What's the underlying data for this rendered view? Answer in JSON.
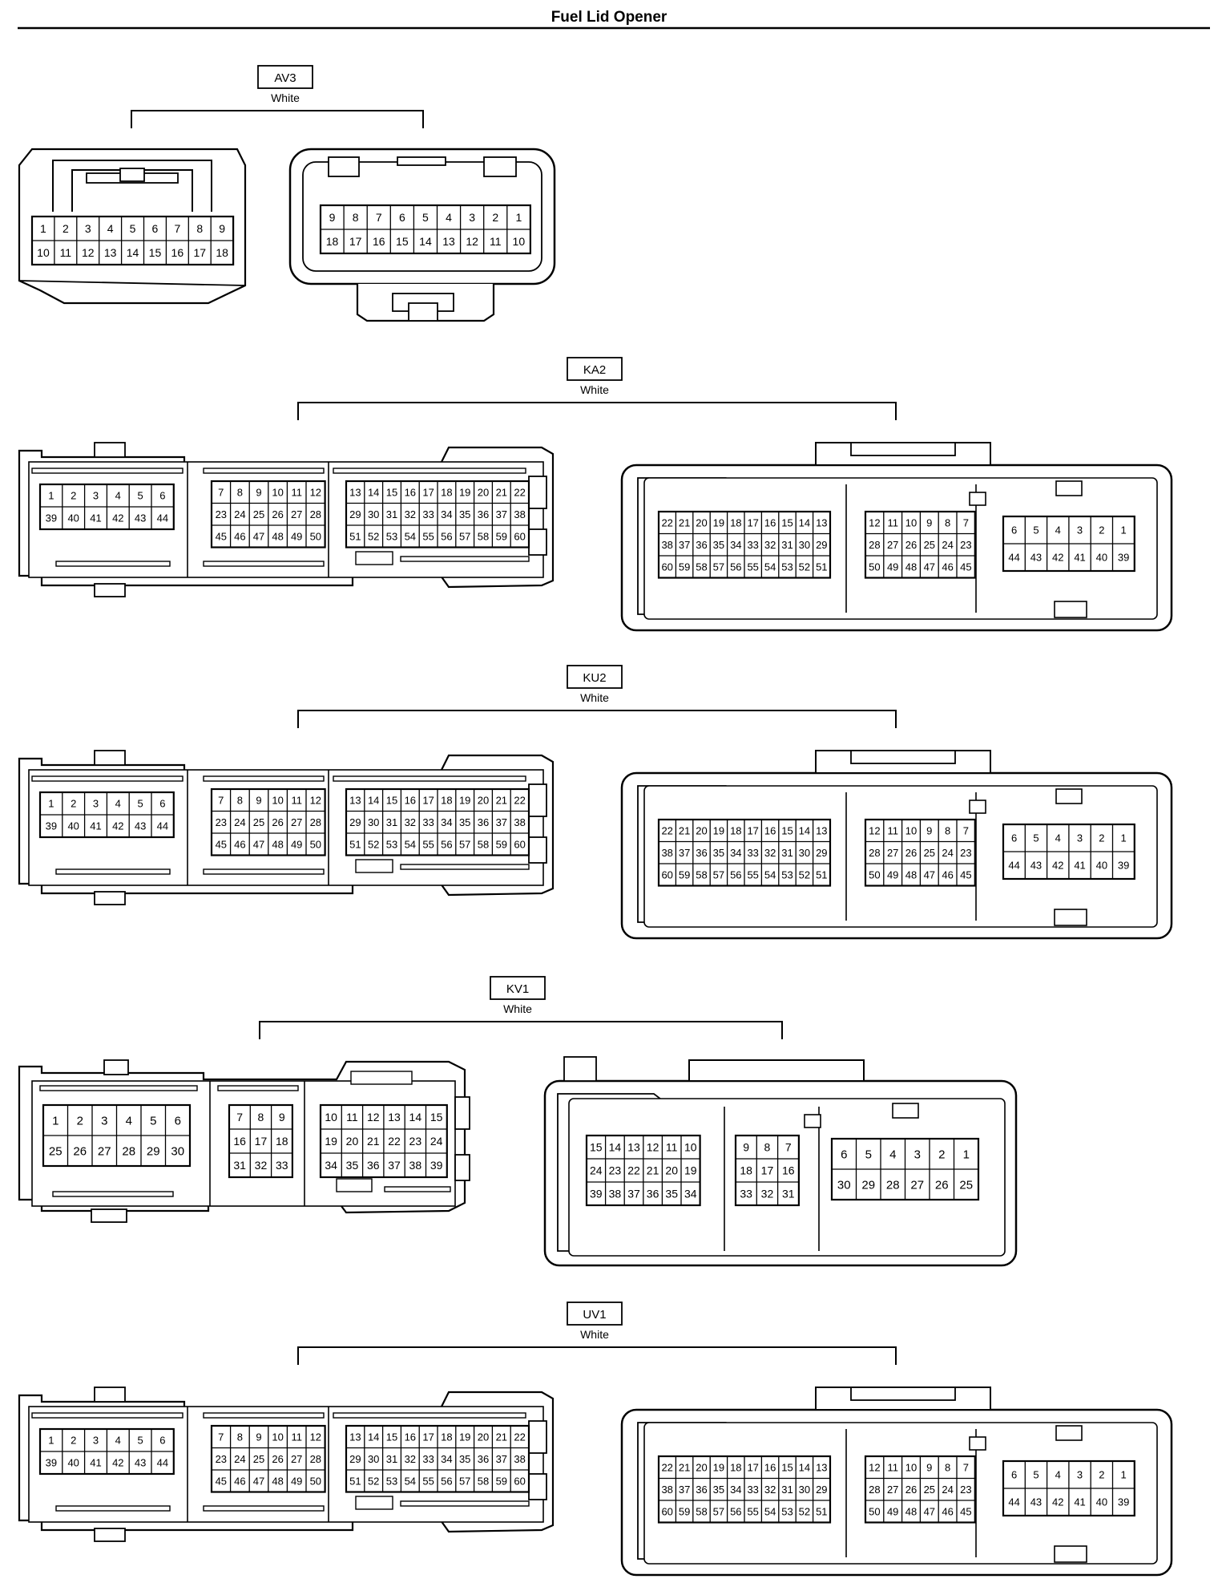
{
  "title": "Fuel Lid Opener",
  "connectors": [
    {
      "id": "AV3",
      "color": "White",
      "left": [
        [
          "1",
          "2",
          "3",
          "4",
          "5",
          "6",
          "7",
          "8",
          "9"
        ],
        [
          "10",
          "11",
          "12",
          "13",
          "14",
          "15",
          "16",
          "17",
          "18"
        ]
      ],
      "right": [
        [
          "9",
          "8",
          "7",
          "6",
          "5",
          "4",
          "3",
          "2",
          "1"
        ],
        [
          "18",
          "17",
          "16",
          "15",
          "14",
          "13",
          "12",
          "11",
          "10"
        ]
      ]
    },
    {
      "id": "KA2",
      "color": "White",
      "left": [
        [
          [
            "1",
            "2",
            "3",
            "4",
            "5",
            "6"
          ],
          [
            "39",
            "40",
            "41",
            "42",
            "43",
            "44"
          ]
        ],
        [
          [
            "7",
            "8",
            "9",
            "10",
            "11",
            "12"
          ],
          [
            "23",
            "24",
            "25",
            "26",
            "27",
            "28"
          ],
          [
            "45",
            "46",
            "47",
            "48",
            "49",
            "50"
          ]
        ],
        [
          [
            "13",
            "14",
            "15",
            "16",
            "17",
            "18",
            "19",
            "20",
            "21",
            "22"
          ],
          [
            "29",
            "30",
            "31",
            "32",
            "33",
            "34",
            "35",
            "36",
            "37",
            "38"
          ],
          [
            "51",
            "52",
            "53",
            "54",
            "55",
            "56",
            "57",
            "58",
            "59",
            "60"
          ]
        ]
      ],
      "right": [
        [
          [
            "22",
            "21",
            "20",
            "19",
            "18",
            "17",
            "16",
            "15",
            "14",
            "13"
          ],
          [
            "38",
            "37",
            "36",
            "35",
            "34",
            "33",
            "32",
            "31",
            "30",
            "29"
          ],
          [
            "60",
            "59",
            "58",
            "57",
            "56",
            "55",
            "54",
            "53",
            "52",
            "51"
          ]
        ],
        [
          [
            "12",
            "11",
            "10",
            "9",
            "8",
            "7"
          ],
          [
            "28",
            "27",
            "26",
            "25",
            "24",
            "23"
          ],
          [
            "50",
            "49",
            "48",
            "47",
            "46",
            "45"
          ]
        ],
        [
          [
            "6",
            "5",
            "4",
            "3",
            "2",
            "1"
          ],
          [
            "44",
            "43",
            "42",
            "41",
            "40",
            "39"
          ]
        ]
      ]
    },
    {
      "id": "KU2",
      "color": "White",
      "left": [
        [
          [
            "1",
            "2",
            "3",
            "4",
            "5",
            "6"
          ],
          [
            "39",
            "40",
            "41",
            "42",
            "43",
            "44"
          ]
        ],
        [
          [
            "7",
            "8",
            "9",
            "10",
            "11",
            "12"
          ],
          [
            "23",
            "24",
            "25",
            "26",
            "27",
            "28"
          ],
          [
            "45",
            "46",
            "47",
            "48",
            "49",
            "50"
          ]
        ],
        [
          [
            "13",
            "14",
            "15",
            "16",
            "17",
            "18",
            "19",
            "20",
            "21",
            "22"
          ],
          [
            "29",
            "30",
            "31",
            "32",
            "33",
            "34",
            "35",
            "36",
            "37",
            "38"
          ],
          [
            "51",
            "52",
            "53",
            "54",
            "55",
            "56",
            "57",
            "58",
            "59",
            "60"
          ]
        ]
      ],
      "right": [
        [
          [
            "22",
            "21",
            "20",
            "19",
            "18",
            "17",
            "16",
            "15",
            "14",
            "13"
          ],
          [
            "38",
            "37",
            "36",
            "35",
            "34",
            "33",
            "32",
            "31",
            "30",
            "29"
          ],
          [
            "60",
            "59",
            "58",
            "57",
            "56",
            "55",
            "54",
            "53",
            "52",
            "51"
          ]
        ],
        [
          [
            "12",
            "11",
            "10",
            "9",
            "8",
            "7"
          ],
          [
            "28",
            "27",
            "26",
            "25",
            "24",
            "23"
          ],
          [
            "50",
            "49",
            "48",
            "47",
            "46",
            "45"
          ]
        ],
        [
          [
            "6",
            "5",
            "4",
            "3",
            "2",
            "1"
          ],
          [
            "44",
            "43",
            "42",
            "41",
            "40",
            "39"
          ]
        ]
      ]
    },
    {
      "id": "KV1",
      "color": "White",
      "left": [
        [
          [
            "1",
            "2",
            "3",
            "4",
            "5",
            "6"
          ],
          [
            "25",
            "26",
            "27",
            "28",
            "29",
            "30"
          ]
        ],
        [
          [
            "7",
            "8",
            "9"
          ],
          [
            "16",
            "17",
            "18"
          ],
          [
            "31",
            "32",
            "33"
          ]
        ],
        [
          [
            "10",
            "11",
            "12",
            "13",
            "14",
            "15"
          ],
          [
            "19",
            "20",
            "21",
            "22",
            "23",
            "24"
          ],
          [
            "34",
            "35",
            "36",
            "37",
            "38",
            "39"
          ]
        ]
      ],
      "right": [
        [
          [
            "15",
            "14",
            "13",
            "12",
            "11",
            "10"
          ],
          [
            "24",
            "23",
            "22",
            "21",
            "20",
            "19"
          ],
          [
            "39",
            "38",
            "37",
            "36",
            "35",
            "34"
          ]
        ],
        [
          [
            "9",
            "8",
            "7"
          ],
          [
            "18",
            "17",
            "16"
          ],
          [
            "33",
            "32",
            "31"
          ]
        ],
        [
          [
            "6",
            "5",
            "4",
            "3",
            "2",
            "1"
          ],
          [
            "30",
            "29",
            "28",
            "27",
            "26",
            "25"
          ]
        ]
      ]
    },
    {
      "id": "UV1",
      "color": "White",
      "left": [
        [
          [
            "1",
            "2",
            "3",
            "4",
            "5",
            "6"
          ],
          [
            "39",
            "40",
            "41",
            "42",
            "43",
            "44"
          ]
        ],
        [
          [
            "7",
            "8",
            "9",
            "10",
            "11",
            "12"
          ],
          [
            "23",
            "24",
            "25",
            "26",
            "27",
            "28"
          ],
          [
            "45",
            "46",
            "47",
            "48",
            "49",
            "50"
          ]
        ],
        [
          [
            "13",
            "14",
            "15",
            "16",
            "17",
            "18",
            "19",
            "20",
            "21",
            "22"
          ],
          [
            "29",
            "30",
            "31",
            "32",
            "33",
            "34",
            "35",
            "36",
            "37",
            "38"
          ],
          [
            "51",
            "52",
            "53",
            "54",
            "55",
            "56",
            "57",
            "58",
            "59",
            "60"
          ]
        ]
      ],
      "right": [
        [
          [
            "22",
            "21",
            "20",
            "19",
            "18",
            "17",
            "16",
            "15",
            "14",
            "13"
          ],
          [
            "38",
            "37",
            "36",
            "35",
            "34",
            "33",
            "32",
            "31",
            "30",
            "29"
          ],
          [
            "60",
            "59",
            "58",
            "57",
            "56",
            "55",
            "54",
            "53",
            "52",
            "51"
          ]
        ],
        [
          [
            "12",
            "11",
            "10",
            "9",
            "8",
            "7"
          ],
          [
            "28",
            "27",
            "26",
            "25",
            "24",
            "23"
          ],
          [
            "50",
            "49",
            "48",
            "47",
            "46",
            "45"
          ]
        ],
        [
          [
            "6",
            "5",
            "4",
            "3",
            "2",
            "1"
          ],
          [
            "44",
            "43",
            "42",
            "41",
            "40",
            "39"
          ]
        ]
      ]
    }
  ]
}
